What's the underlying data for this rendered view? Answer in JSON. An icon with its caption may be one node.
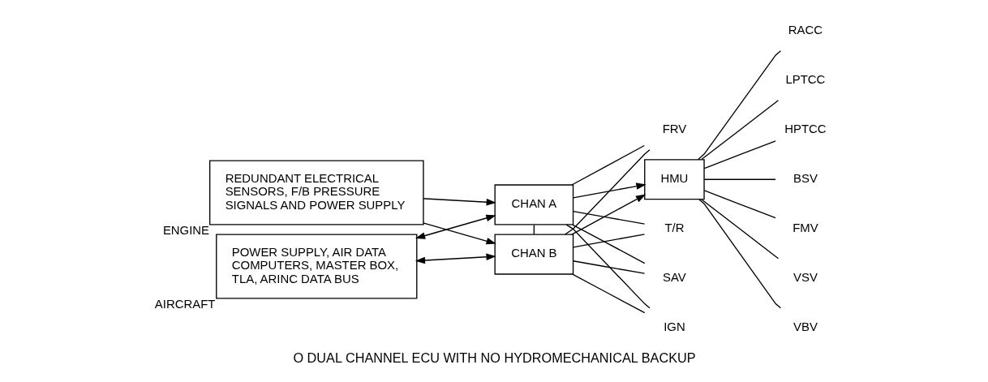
{
  "diagram": {
    "caption": "O DUAL CHANNEL ECU WITH NO HYDROMECHANICAL BACKUP",
    "nodes": [
      {
        "text": [
          "REDUNDANT ELECTRICAL SENSORS, F/B PRESSURE SIGNALS AND POWER SUPPLY"
        ],
        "beside": [
          "ENGINE"
        ]
      },
      {
        "text": [
          "POWER SUPPLY, AIR DATA COMPUTERS, MASTER BOX, TLA, ARINC DATA BUS"
        ],
        "beside": [
          "AIRCRAFT"
        ]
      },
      {
        "text": [
          "CHAN A"
        ]
      },
      {
        "text": [
          "CHAN B"
        ]
      },
      {
        "text": [
          "HMU"
        ]
      },
      {
        "text": [
          "RACC"
        ]
      },
      {
        "text": [
          "LPTCC"
        ]
      },
      {
        "text": [
          "HPTCC"
        ]
      },
      {
        "text": [
          "BSV"
        ]
      },
      {
        "text": [
          "FMV"
        ]
      },
      {
        "text": [
          "VSV"
        ]
      },
      {
        "text": [
          "VBV"
        ]
      },
      {
        "text": [
          "T/R"
        ]
      },
      {
        "text": [
          "SAV"
        ]
      },
      {
        "text": [
          "IGN"
        ]
      },
      {
        "text": [
          "FRV"
        ]
      }
    ],
    "edges": [
      {
        "from": 0,
        "to": 2,
        "arrow": "to"
      },
      {
        "from": 0,
        "to": 3,
        "arrow": "to"
      },
      {
        "from": 1,
        "to": 2,
        "arrow": "both"
      },
      {
        "from": 1,
        "to": 3,
        "arrow": "both"
      },
      {
        "from": 2,
        "to": 3,
        "arrow": "none"
      },
      {
        "from": 2,
        "to": 4,
        "arrow": "to"
      },
      {
        "from": 3,
        "to": 4,
        "arrow": "to"
      },
      {
        "from": 4,
        "to": 5,
        "arrow": "none"
      },
      {
        "from": 4,
        "to": 6,
        "arrow": "none"
      },
      {
        "from": 4,
        "to": 7,
        "arrow": "none"
      },
      {
        "from": 4,
        "to": 8,
        "arrow": "none"
      },
      {
        "from": 4,
        "to": 9,
        "arrow": "none"
      },
      {
        "from": 4,
        "to": 10,
        "arrow": "none"
      },
      {
        "from": 4,
        "to": 11,
        "arrow": "none"
      },
      {
        "from": 2,
        "to": 12,
        "arrow": "none"
      },
      {
        "from": 2,
        "to": 13,
        "arrow": "none"
      },
      {
        "from": 2,
        "to": 14,
        "arrow": "none"
      },
      {
        "from": 2,
        "to": 15,
        "arrow": "none"
      },
      {
        "from": 3,
        "to": 12,
        "arrow": "none"
      },
      {
        "from": 3,
        "to": 13,
        "arrow": "none"
      },
      {
        "from": 3,
        "to": 14,
        "arrow": "none"
      },
      {
        "from": 3,
        "to": 15,
        "arrow": "none"
      }
    ]
  }
}
